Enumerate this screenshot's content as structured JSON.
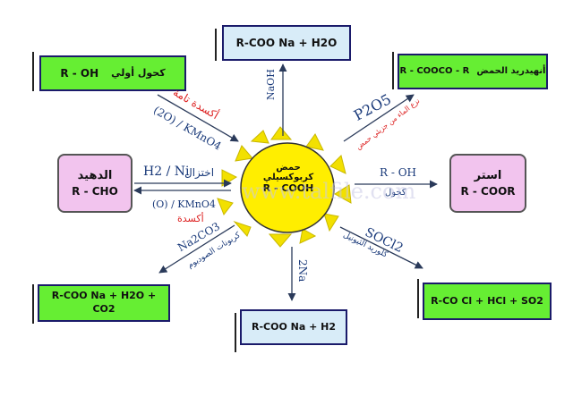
{
  "center": {
    "line1": "حمض",
    "line2": "كربوكسيلي",
    "line3": "R - COOH"
  },
  "boxes": {
    "top": {
      "formula": "R-COO Na + H2O"
    },
    "top_left": {
      "formula": "R - OH",
      "name": "كحول أولي"
    },
    "top_right": {
      "formula": "R - COOCO - R",
      "name": "أنهيدريد الحمض"
    },
    "left": {
      "name": "الدهيد",
      "formula": "R - CHO"
    },
    "right": {
      "name": "استر",
      "formula": "R - COOR"
    },
    "bottom_left": {
      "formula": "R-COO Na + H2O + CO2"
    },
    "bottom": {
      "formula": "R-COO Na + H2"
    },
    "bottom_right": {
      "formula": "R-CO Cl + HCl + SO2"
    }
  },
  "labels": {
    "naoh": "NaOH",
    "full_oxidation": "أكسدة تامة",
    "reagent_2o": "(2O) / KMnO4",
    "p2o5": "P2O5",
    "p2o5_note": "نزع الماء من جزيئي حمض",
    "h2ni": "H2 / Ni",
    "reduction": "اختزال",
    "o_kmno4": "(O) / KMnO4",
    "oxidation": "أكسدة",
    "r_oh": "R - OH",
    "alcohol": "كحول",
    "na2co3": "Na2CO3",
    "sodium_carbonate": "كربونات الصوديوم",
    "socl2": "SOCl2",
    "thionyl_chloride": "كلوريد الثيونيل",
    "two_na": "2Na",
    "watermark": "www.talfile.com"
  },
  "colors": {
    "green_box": "#66ee33",
    "blue_box": "#d8ecf8",
    "pink_box": "#f2c4ee",
    "sun": "#ffee00",
    "sun_rays": "#f2e000",
    "arrow": "#2a3a5a",
    "navy_text": "#1a3a7a",
    "red_text": "#dd2222"
  }
}
